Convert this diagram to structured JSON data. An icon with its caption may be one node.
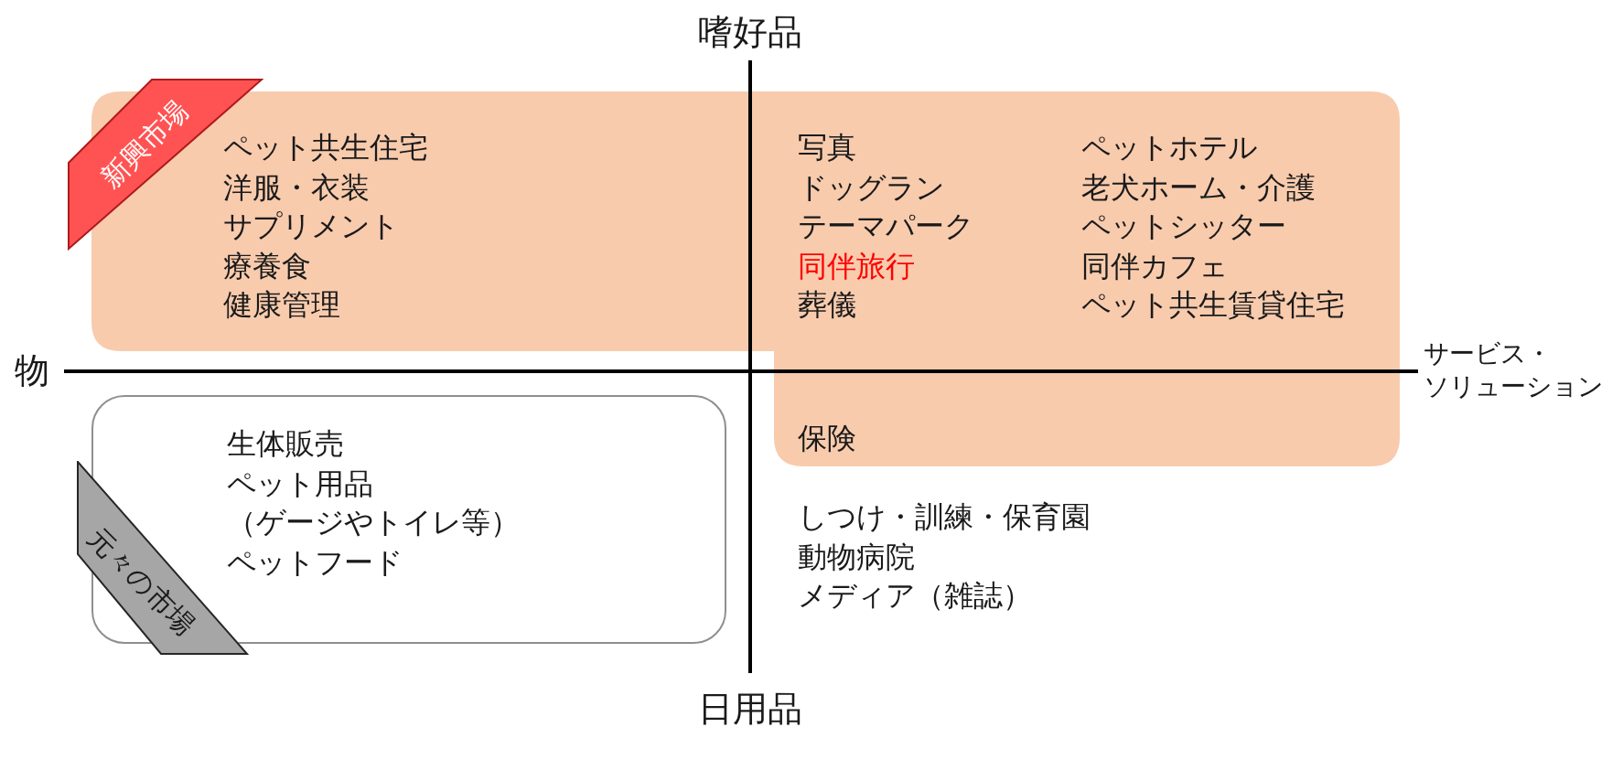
{
  "diagram": {
    "nodes": [
      {
        "text": [
          "ペット共生住宅",
          "洋服・衣装",
          "サプリメント",
          "療養食",
          "健康管理",
          "写真",
          "ドッグラン",
          "テーマパーク",
          "同伴旅行",
          "葬儀",
          "ペットホテル",
          "老犬ホーム・介護",
          "ペットシッター",
          "同伴カフェ",
          "ペット共生賃貸住宅",
          "保険"
        ]
      },
      {
        "text": [
          "新興市場"
        ]
      },
      {
        "text": [
          "生体販売",
          "ペット用品（ゲージやトイレ等）",
          "ペットフード"
        ]
      },
      {
        "text": [
          "元々の市場"
        ]
      }
    ],
    "labels": [
      "嗜好品",
      "物",
      "サービス・ソリューション",
      "しつけ・訓練・保育園",
      "動物病院",
      "メディア（雑誌）",
      "日用品"
    ]
  }
}
